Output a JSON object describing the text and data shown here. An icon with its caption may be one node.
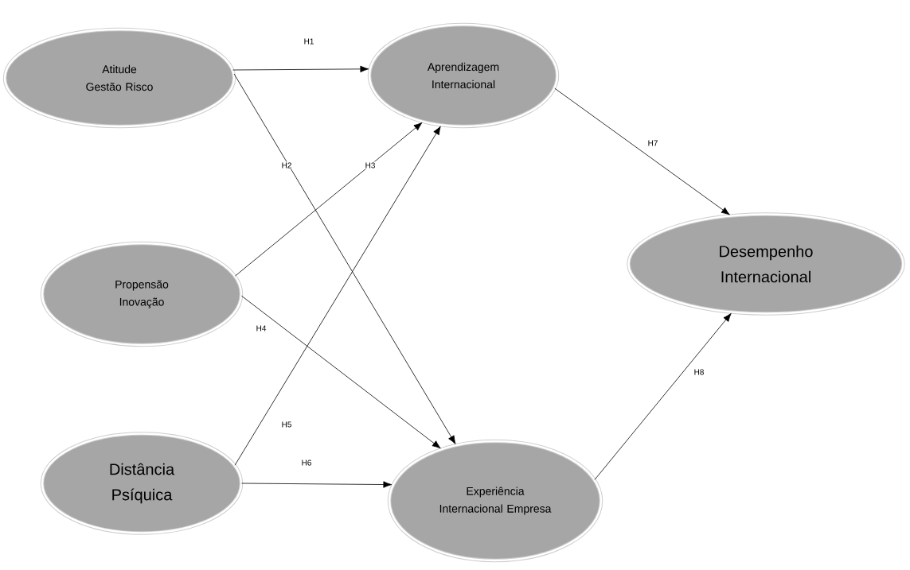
{
  "diagram": {
    "nodes": [
      {
        "text": [
          "Atitude Gestão Risco"
        ]
      },
      {
        "text": [
          "Aprendizagem Internacional"
        ]
      },
      {
        "text": [
          "Propensão Inovação"
        ]
      },
      {
        "text": [
          "Desempenho Internacional"
        ]
      },
      {
        "text": [
          "Distância Psíquica"
        ]
      },
      {
        "text": [
          "Experiência Internacional Empresa"
        ]
      }
    ],
    "edges": [
      {
        "from": 0,
        "to": 1,
        "arrow": "to",
        "label": "H1"
      },
      {
        "from": 0,
        "to": 5,
        "arrow": "to",
        "label": "H2"
      },
      {
        "from": 2,
        "to": 1,
        "arrow": "to",
        "label": "H3"
      },
      {
        "from": 2,
        "to": 5,
        "arrow": "to",
        "label": "H4"
      },
      {
        "from": 4,
        "to": 1,
        "arrow": "to",
        "label": "H5"
      },
      {
        "from": 4,
        "to": 5,
        "arrow": "to",
        "label": "H6"
      },
      {
        "from": 1,
        "to": 3,
        "arrow": "to",
        "label": "H7"
      },
      {
        "from": 5,
        "to": 3,
        "arrow": "to",
        "label": "H8"
      }
    ]
  }
}
